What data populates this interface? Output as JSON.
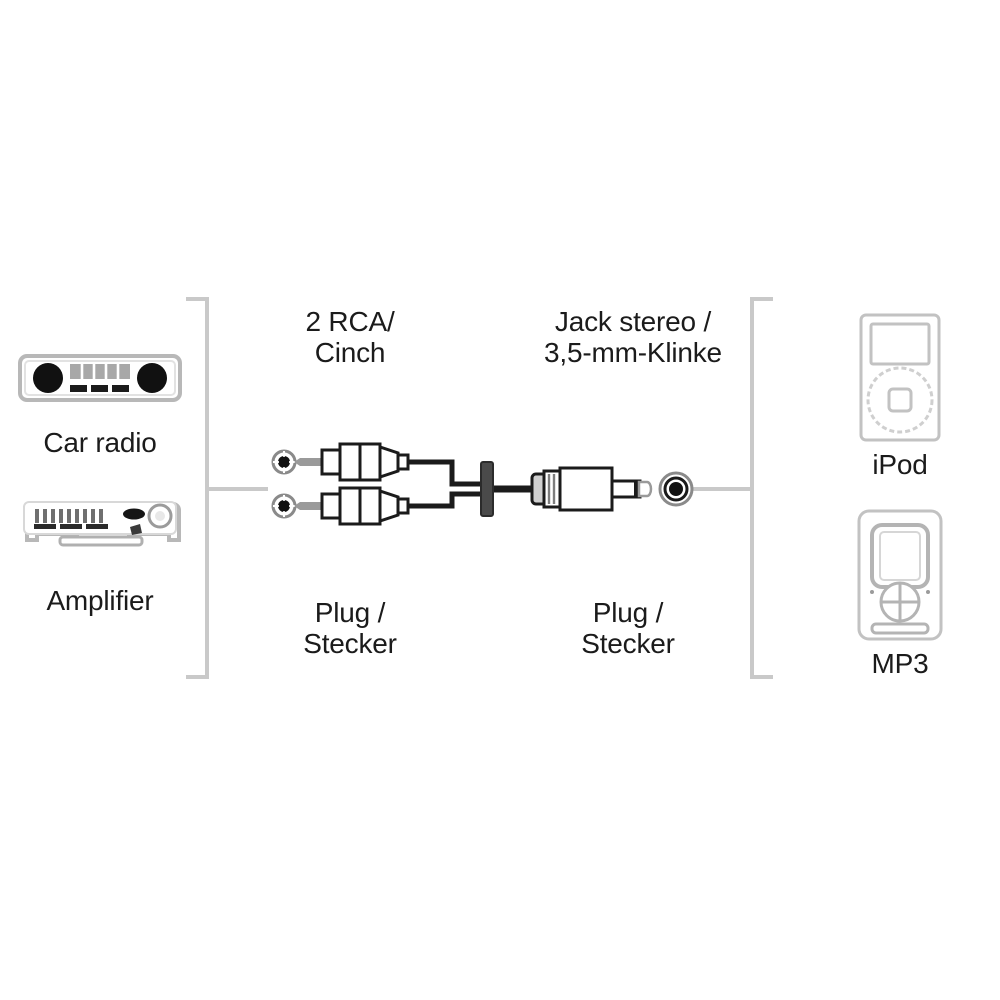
{
  "diagram": {
    "title": "Audio adapter cable connection diagram",
    "background_color": "#ffffff",
    "line_color": "#1b1b1b",
    "bracket_color": "#c9c9c9",
    "connector_body_color": "#ffffff",
    "accent_dark": "#111111",
    "accent_gray": "#9a9a9a"
  },
  "sources": {
    "bracket_name": "source-device-bracket",
    "devices": [
      {
        "id": "car-radio",
        "label": "Car radio",
        "icon": "car-radio-icon"
      },
      {
        "id": "amplifier",
        "label": "Amplifier",
        "icon": "amplifier-icon"
      }
    ]
  },
  "targets": {
    "bracket_name": "target-device-bracket",
    "devices": [
      {
        "id": "ipod",
        "label": "iPod",
        "icon": "ipod-icon"
      },
      {
        "id": "mp3",
        "label": "MP3",
        "icon": "mp3-player-icon"
      }
    ]
  },
  "cable": {
    "left_end": {
      "type_label_line1": "2 RCA/",
      "type_label_line2": "Cinch",
      "gender_label_line1": "Plug /",
      "gender_label_line2": "Stecker",
      "connector_count": 2,
      "connector_icon": "rca-plug-icon",
      "socket_icon": "rca-socket-icon"
    },
    "right_end": {
      "type_label_line1": "Jack stereo /",
      "type_label_line2": "3,5-mm-Klinke",
      "gender_label_line1": "Plug /",
      "gender_label_line2": "Stecker",
      "connector_count": 1,
      "connector_icon": "jack-35mm-plug-icon",
      "socket_icon": "jack-35mm-socket-icon"
    },
    "junction_icon": "cable-y-junction-icon",
    "strain_relief_icon": "strain-relief-icon"
  }
}
